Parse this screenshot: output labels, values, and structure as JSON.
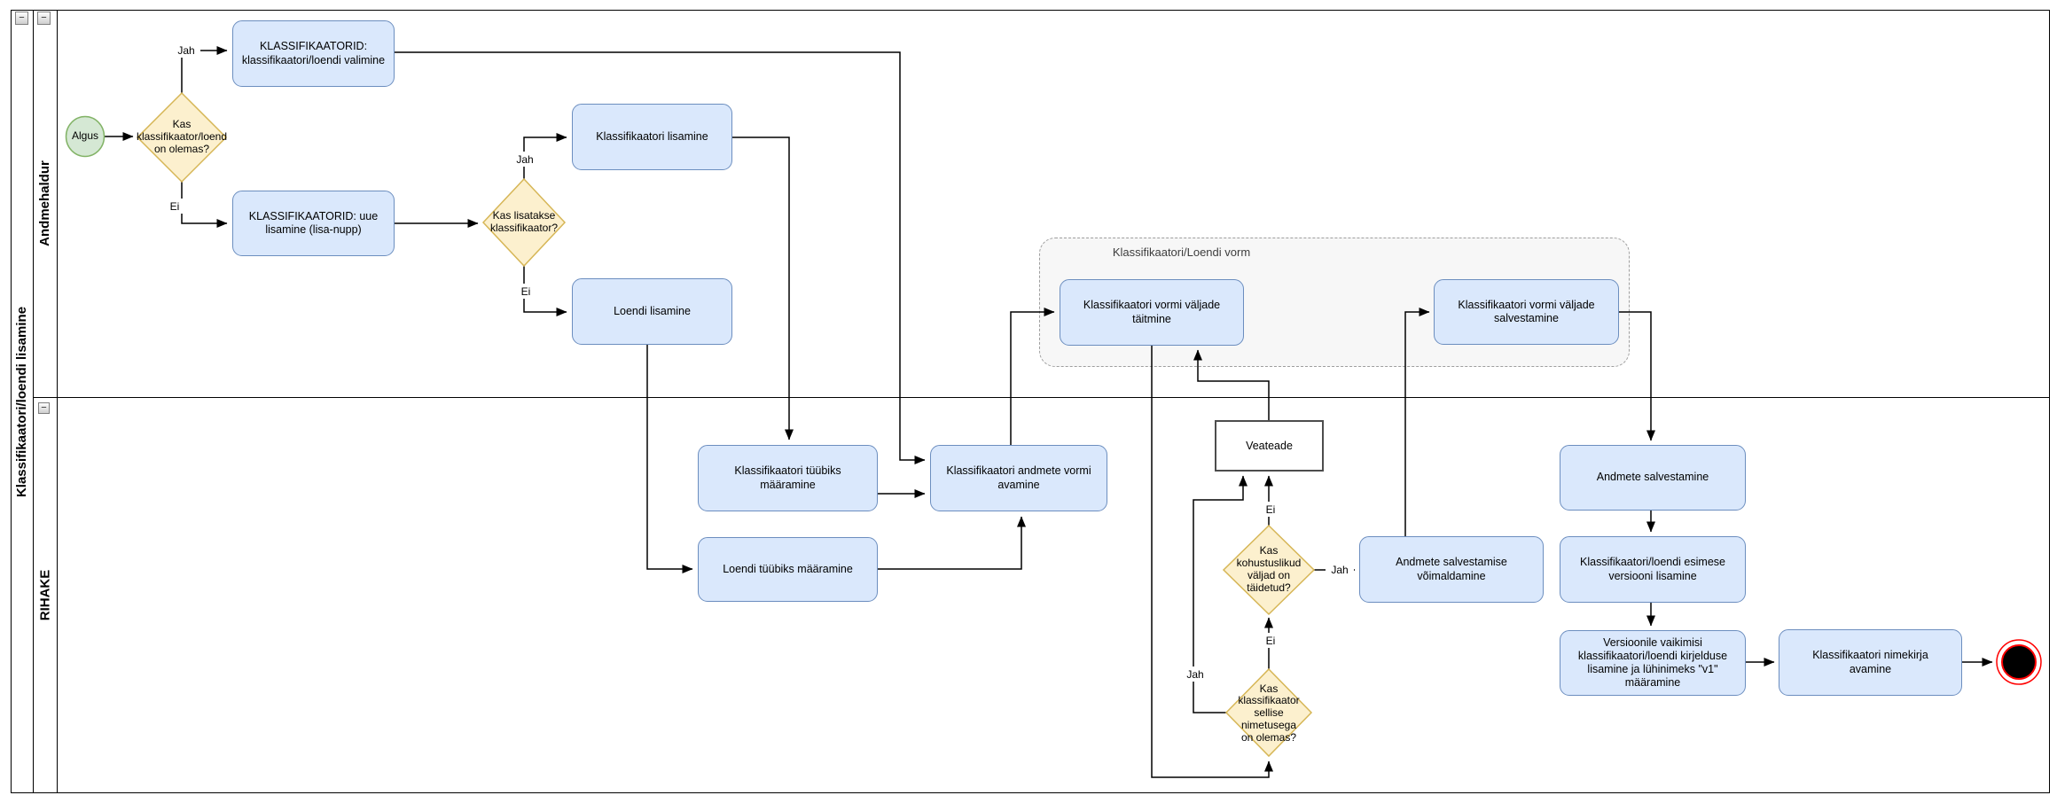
{
  "pool": {
    "title": "Klassifikaatori/loendi lisamine",
    "collapse_glyph": "−",
    "lanes": [
      {
        "label": "Andmehaldur"
      },
      {
        "label": "RIHAKE"
      }
    ]
  },
  "group": {
    "label": "Klassifikaatori/Loendi vorm"
  },
  "nodes": {
    "start": {
      "label": "Algus"
    },
    "d_olemas": {
      "label": "Kas\nklassifikaator/loend\non olemas?"
    },
    "valimine": {
      "label": "KLASSIFIKAATORID:\nklassifikaatori/loendi valimine"
    },
    "uue_lisamine": {
      "label": "KLASSIFIKAATORID: uue\nlisamine (lisa-nupp)"
    },
    "d_lisatakse": {
      "label": "Kas lisatakse\nklassifikaator?"
    },
    "klass_lisamine": {
      "label": "Klassifikaatori lisamine"
    },
    "loendi_lisamine": {
      "label": "Loendi lisamine"
    },
    "vorm_taitmine": {
      "label": "Klassifikaatori vormi väljade\ntäitmine"
    },
    "vorm_salvestamine": {
      "label": "Klassifikaatori vormi väljade\nsalvestamine"
    },
    "tuubiks_klass": {
      "label": "Klassifikaatori tüübiks\nmääramine"
    },
    "vormi_avamine": {
      "label": "Klassifikaatori andmete vormi\navamine"
    },
    "tuubiks_loend": {
      "label": "Loendi tüübiks määramine"
    },
    "veateade": {
      "label": "Veateade"
    },
    "d_kohustuslikud": {
      "label": "Kas\nkohustuslikud\nväljad on\ntäidetud?"
    },
    "d_nimetusega": {
      "label": "Kas\nklassifikaator\nsellise\nnimetusega\non olemas?"
    },
    "salv_voimaldamine": {
      "label": "Andmete salvestamise\nvõimaldamine"
    },
    "andmete_salvestamine": {
      "label": "Andmete salvestamine"
    },
    "esimese_versiooni": {
      "label": "Klassifikaatori/loendi esimese\nversiooni lisamine"
    },
    "versioonile": {
      "label": "Versioonile vaikimisi\nklassifikaatori/loendi kirjelduse\nlisamine ja lühinimeks \"v1\"\nmääramine"
    },
    "nimekirja_avamine": {
      "label": "Klassifikaatori nimekirja\navamine"
    }
  },
  "edge_labels": {
    "d1_jah": "Jah",
    "d1_ei": "Ei",
    "d2_jah": "Jah",
    "d2_ei": "Ei",
    "d3_jah": "Jah",
    "d3_ei": "Ei",
    "d4_jah": "Jah",
    "d4_ei": "Ei"
  },
  "colors": {
    "task_fill": "#dae8fc",
    "task_stroke": "#6c8ebf",
    "decision_fill": "#fcf0ce",
    "decision_stroke": "#d6b656",
    "start_fill": "#d5e8d4",
    "start_stroke": "#82b366",
    "end_stroke": "#ff0000",
    "end_fill": "#000000",
    "veateade_stroke": "#4d4d4d",
    "group_fill": "#f7f7f7"
  }
}
